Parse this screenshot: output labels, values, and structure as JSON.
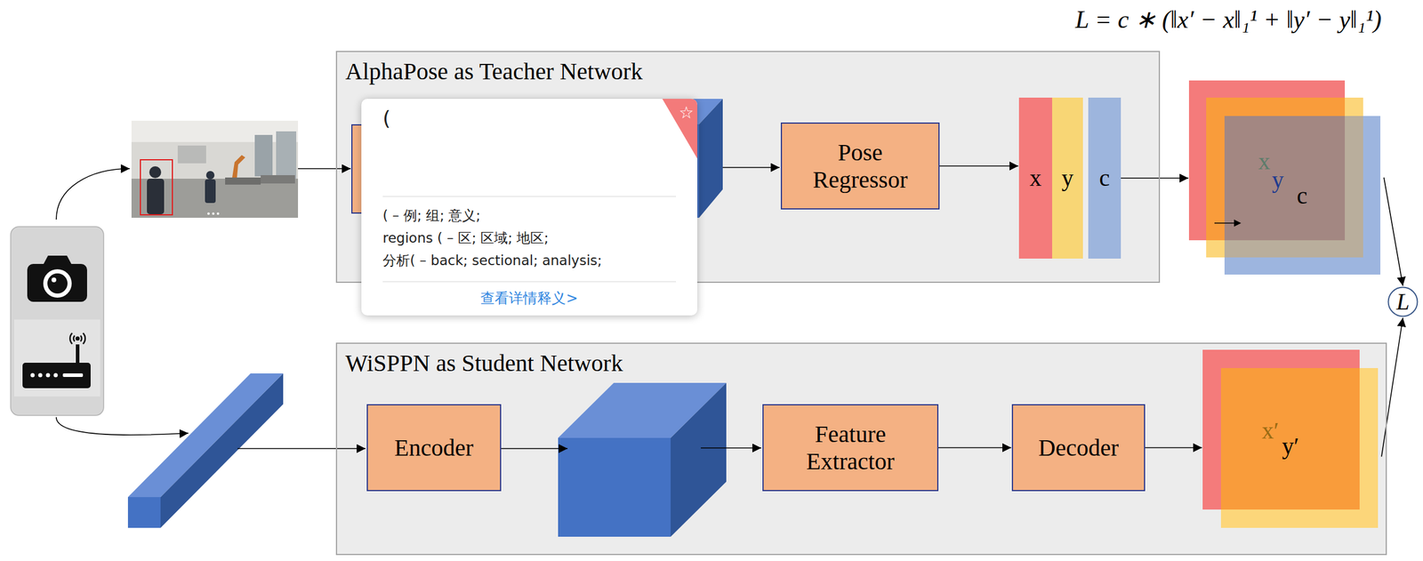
{
  "diagram": {
    "nodes": [
      {
        "text": [
          "AlphaPose as Teacher Network"
        ]
      },
      {
        "text": [
          "(",
          "☆",
          "( – 例; 组; 意义;",
          "regions ( – 区; 区域; 地区;",
          "分析( – back; sectional; analysis;",
          "查看详情释义>"
        ]
      },
      {
        "text": [
          "Pose Regressor"
        ],
        "in": 0
      },
      {
        "text": [
          "x"
        ],
        "in": 0
      },
      {
        "text": [
          "y"
        ],
        "in": 0
      },
      {
        "text": [
          "c"
        ],
        "in": 0
      },
      {
        "text": [
          "x",
          "y",
          "c"
        ]
      },
      {
        "text": [
          "L"
        ]
      },
      {
        "text": [
          "WiSPPN as Student Network"
        ]
      },
      {
        "text": [
          "Encoder"
        ],
        "in": 8
      },
      {
        "text": [
          "Feature Extractor"
        ],
        "in": 8
      },
      {
        "text": [
          "Decoder"
        ],
        "in": 8
      },
      {
        "text": [
          "x′",
          "y′"
        ],
        "in": 8
      }
    ],
    "edges": [
      {
        "from": 2,
        "to": 3,
        "arrow": "to"
      },
      {
        "from": 5,
        "to": 6,
        "arrow": "to"
      },
      {
        "from": 6,
        "to": 7,
        "arrow": "to"
      },
      {
        "from": 10,
        "to": 11,
        "arrow": "to"
      },
      {
        "from": 11,
        "to": 12,
        "arrow": "to"
      },
      {
        "from": 12,
        "to": 7,
        "arrow": "to"
      }
    ],
    "labels": [
      "L = c ∗ (‖x′ − x‖₁¹ + ‖y′ − y‖₁¹)"
    ]
  }
}
